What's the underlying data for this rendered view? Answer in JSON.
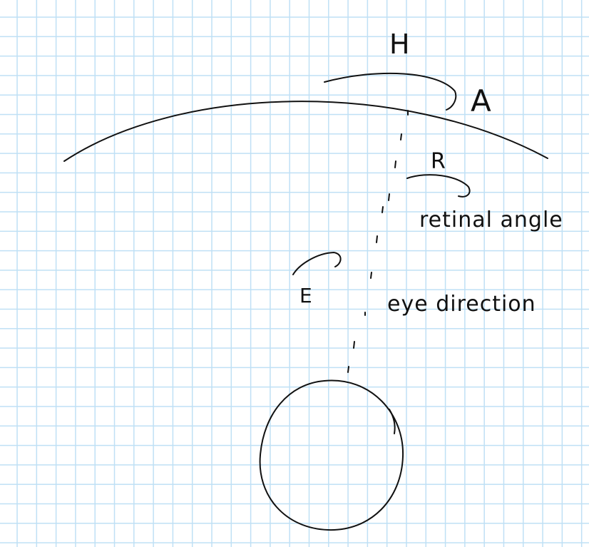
{
  "canvas": {
    "background": "#ffffff",
    "grid_color": "#bfe0f5",
    "ink_color": "#111111"
  },
  "labels": {
    "point_h": "H",
    "point_a": "A",
    "point_r": "R",
    "point_e": "E",
    "retinal_angle": "retinal angle",
    "eye_direction": "eye direction"
  }
}
